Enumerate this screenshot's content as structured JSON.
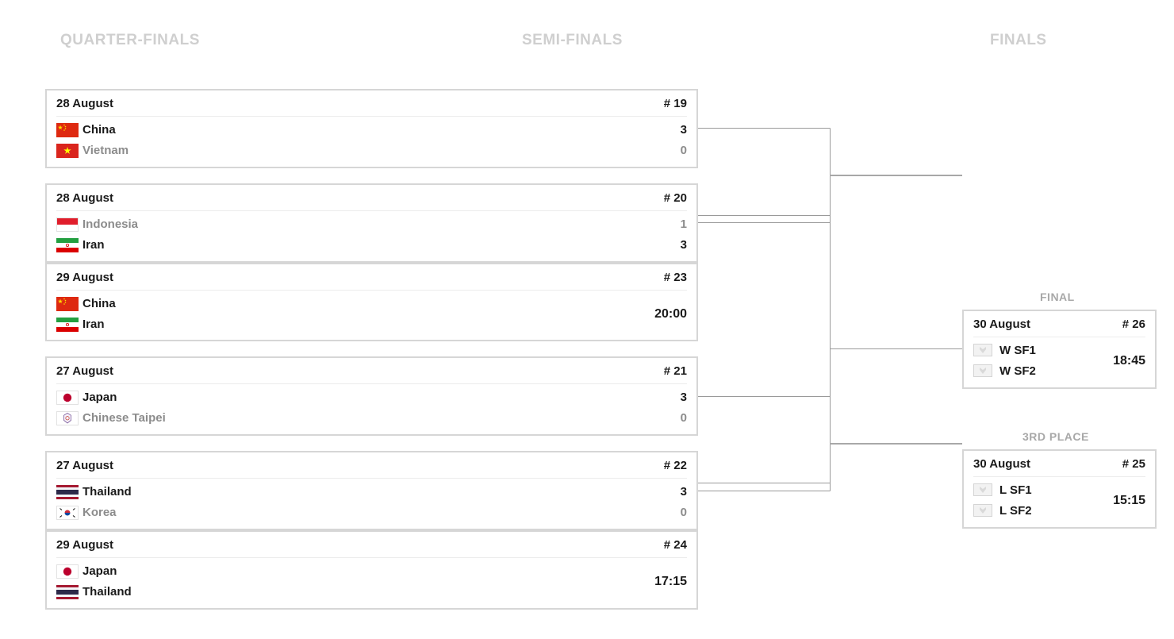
{
  "rounds": {
    "quarter_finals": "QUARTER-FINALS",
    "semi_finals": "SEMI-FINALS",
    "finals": "FINALS"
  },
  "labels": {
    "final": "FINAL",
    "third_place": "3RD PLACE"
  },
  "matches": {
    "m19": {
      "date": "28 August",
      "number": "# 19",
      "team1": {
        "name": "China",
        "score": "3",
        "flag": "china-flag-icon"
      },
      "team2": {
        "name": "Vietnam",
        "score": "0",
        "flag": "vietnam-flag-icon"
      }
    },
    "m20": {
      "date": "28 August",
      "number": "# 20",
      "team1": {
        "name": "Indonesia",
        "score": "1",
        "flag": "indonesia-flag-icon"
      },
      "team2": {
        "name": "Iran",
        "score": "3",
        "flag": "iran-flag-icon"
      }
    },
    "m23": {
      "date": "29 August",
      "number": "# 23",
      "team1": {
        "name": "China",
        "flag": "china-flag-icon"
      },
      "team2": {
        "name": "Iran",
        "flag": "iran-flag-icon"
      },
      "time": "20:00"
    },
    "m21": {
      "date": "27 August",
      "number": "# 21",
      "team1": {
        "name": "Japan",
        "score": "3",
        "flag": "japan-flag-icon"
      },
      "team2": {
        "name": "Chinese Taipei",
        "score": "0",
        "flag": "chinese-taipei-flag-icon"
      }
    },
    "m22": {
      "date": "27 August",
      "number": "# 22",
      "team1": {
        "name": "Thailand",
        "score": "3",
        "flag": "thailand-flag-icon"
      },
      "team2": {
        "name": "Korea",
        "score": "0",
        "flag": "korea-flag-icon"
      }
    },
    "m24": {
      "date": "29 August",
      "number": "# 24",
      "team1": {
        "name": "Japan",
        "flag": "japan-flag-icon"
      },
      "team2": {
        "name": "Thailand",
        "flag": "thailand-flag-icon"
      },
      "time": "17:15"
    },
    "m26": {
      "date": "30 August",
      "number": "# 26",
      "team1": {
        "name": "W SF1",
        "flag": "placeholder-shield-icon"
      },
      "team2": {
        "name": "W SF2",
        "flag": "placeholder-shield-icon"
      },
      "time": "18:45"
    },
    "m25": {
      "date": "30 August",
      "number": "# 25",
      "team1": {
        "name": "L SF1",
        "flag": "placeholder-shield-icon"
      },
      "team2": {
        "name": "L SF2",
        "flag": "placeholder-shield-icon"
      },
      "time": "15:15"
    }
  },
  "colors": {
    "card_border": "#d6d6d6",
    "round_header": "#cfcfcf",
    "loser_text": "#8c8c8c",
    "connector": "#9a9a9a"
  }
}
